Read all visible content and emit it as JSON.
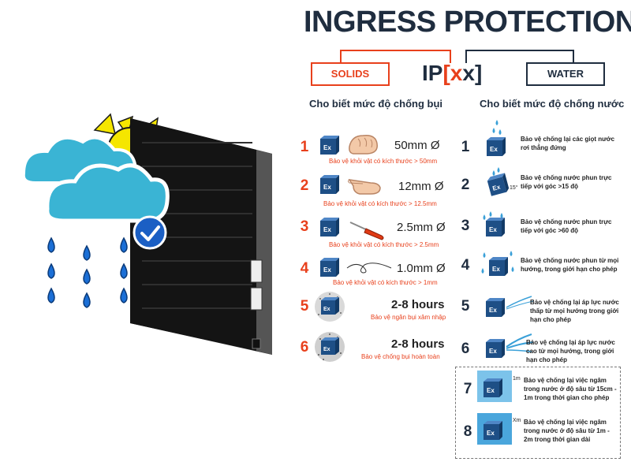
{
  "title": "INGRESS PROTECTION",
  "ip_code": {
    "prefix": "IP",
    "first": "x",
    "second": "x",
    "open": "[",
    "close": "]"
  },
  "solids_label": "SOLIDS",
  "water_label": "WATER",
  "solids_heading": "Cho biết mức độ chống bụi",
  "water_heading": "Cho biết mức độ chống nước",
  "cube_text": "Ex",
  "solids": [
    {
      "num": "1",
      "size": "50mm Ø",
      "desc": "Bảo vệ khỏi vật có kích thước > 50mm"
    },
    {
      "num": "2",
      "size": "12mm Ø",
      "desc": "Bảo vệ khỏi vật có kích thước > 12.5mm"
    },
    {
      "num": "3",
      "size": "2.5mm Ø",
      "desc": "Bảo vệ khỏi vật có kích thước > 2.5mm"
    },
    {
      "num": "4",
      "size": "1.0mm Ø",
      "desc": "Bảo vệ khỏi vật có kích thước > 1mm"
    },
    {
      "num": "5",
      "size": "2-8 hours",
      "desc": "Bảo vệ ngăn bụi xâm nhập"
    },
    {
      "num": "6",
      "size": "2-8 hours",
      "desc": "Bảo vệ chống bụi hoàn toàn"
    }
  ],
  "water": [
    {
      "num": "1",
      "desc": "Bảo vệ chống lại các giọt nước rơi thẳng đứng"
    },
    {
      "num": "2",
      "desc": "Bảo vệ chống nước phun trực tiếp với góc >15 độ",
      "extra": "15°"
    },
    {
      "num": "3",
      "desc": "Bảo vệ chống nước phun trực tiếp với góc >60 độ"
    },
    {
      "num": "4",
      "desc": "Bảo vệ chống nước phun từ mọi hướng, trong giới hạn cho phép"
    },
    {
      "num": "5",
      "desc": "Bảo vệ chống lại áp lực nước thấp từ mọi hướng trong giới hạn cho phép"
    },
    {
      "num": "6",
      "desc": "Bảo vệ chống lại áp lực nước cao từ mọi hướng, trong giới hạn cho phép"
    },
    {
      "num": "7",
      "desc": "Bảo vệ chống lại việc ngâm trong nước ở độ sâu từ 15cm - 1m trong thời gian cho phép",
      "extra": "1m"
    },
    {
      "num": "8",
      "desc": "Bảo vệ chống lại việc ngâm trong nước ở độ sâu từ 1m - 2m trong thời gian dài",
      "extra": "Xm"
    }
  ],
  "colors": {
    "accent_red": "#e8401c",
    "navy": "#1f2d3f",
    "cube_blue": "#1e4f86",
    "sky": "#3ab4d4",
    "drop": "#1b6fd6",
    "sun": "#f5e600"
  }
}
